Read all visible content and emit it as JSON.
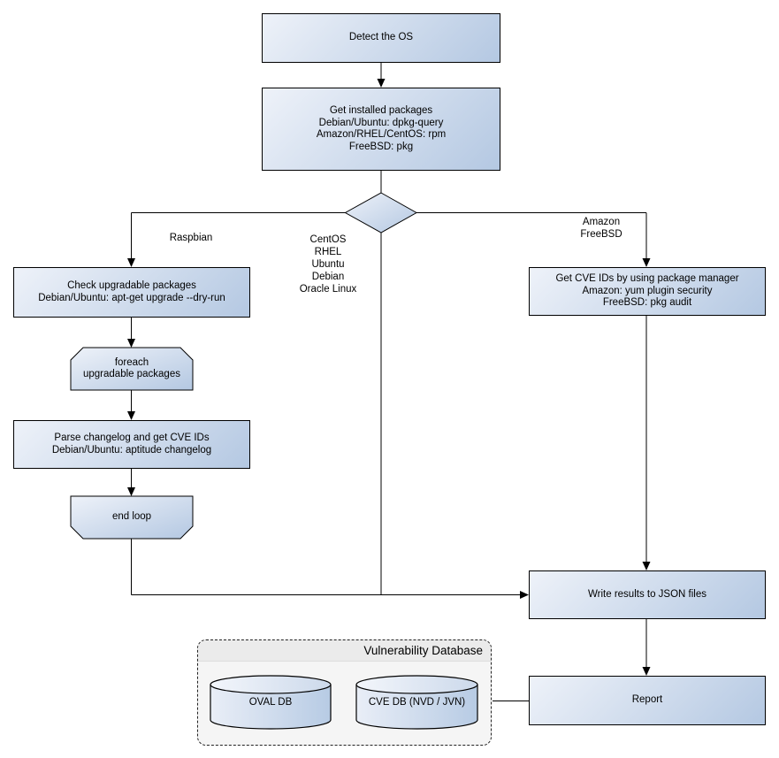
{
  "diagram": {
    "nodes": {
      "detect_os": {
        "lines": [
          "Detect the OS"
        ]
      },
      "get_installed_packages": {
        "lines": [
          "Get installed packages",
          "Debian/Ubuntu: dpkg-query",
          "Amazon/RHEL/CentOS: rpm",
          "FreeBSD: pkg"
        ]
      },
      "check_upgradable_packages": {
        "lines": [
          "Check upgradable packages",
          "Debian/Ubuntu: apt-get upgrade --dry-run"
        ]
      },
      "foreach_loop_start": {
        "lines": [
          "foreach",
          "upgradable packages"
        ]
      },
      "parse_changelog": {
        "lines": [
          "Parse changelog and get CVE IDs",
          "Debian/Ubuntu: aptitude changelog"
        ]
      },
      "end_loop": {
        "lines": [
          "end loop"
        ]
      },
      "get_cve_ids_pkg_manager": {
        "lines": [
          "Get CVE IDs by using package manager",
          "Amazon: yum plugin security",
          "FreeBSD: pkg audit"
        ]
      },
      "write_results": {
        "lines": [
          "Write results to JSON files"
        ]
      },
      "report": {
        "lines": [
          "Report"
        ]
      }
    },
    "branch_labels": {
      "left": [
        "Raspbian"
      ],
      "middle": [
        "CentOS",
        "RHEL",
        "Ubuntu",
        "Debian",
        "Oracle Linux"
      ],
      "right": [
        "Amazon",
        "FreeBSD"
      ]
    },
    "vulnerability_database": {
      "title": "Vulnerability Database",
      "stores": [
        {
          "label": "OVAL DB"
        },
        {
          "label": "CVE DB (NVD / JVN)"
        }
      ]
    },
    "colors": {
      "node_gradient_start": "#eef2f9",
      "node_gradient_end": "#b4c8e2",
      "node_border": "#000000",
      "connector": "#000000",
      "container_fill": "#f5f5f5",
      "container_title_band": "#ebebeb"
    }
  }
}
